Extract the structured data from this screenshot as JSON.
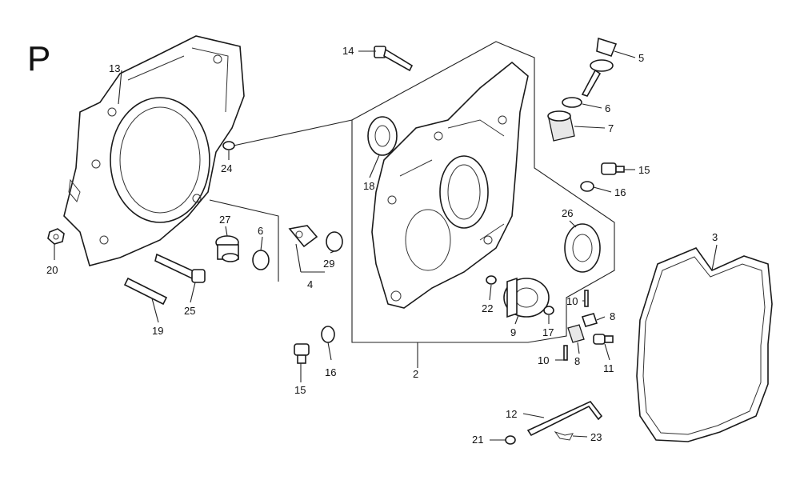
{
  "diagram": {
    "section_letter": "P",
    "labels": {
      "l13": "13",
      "l14": "14",
      "l5": "5",
      "l6a": "6",
      "l7": "7",
      "l15a": "15",
      "l16a": "16",
      "l24": "24",
      "l18": "18",
      "l26": "26",
      "l3": "3",
      "l27": "27",
      "l6b": "6",
      "l29": "29",
      "l4": "4",
      "l20": "20",
      "l25": "25",
      "l19": "19",
      "l22": "22",
      "l9": "9",
      "l17": "17",
      "l10a": "10",
      "l8a": "8",
      "l10b": "10",
      "l8b": "8",
      "l11": "11",
      "l2": "2",
      "l16b": "16",
      "l15b": "15",
      "l12": "12",
      "l21": "21",
      "l23": "23"
    }
  }
}
